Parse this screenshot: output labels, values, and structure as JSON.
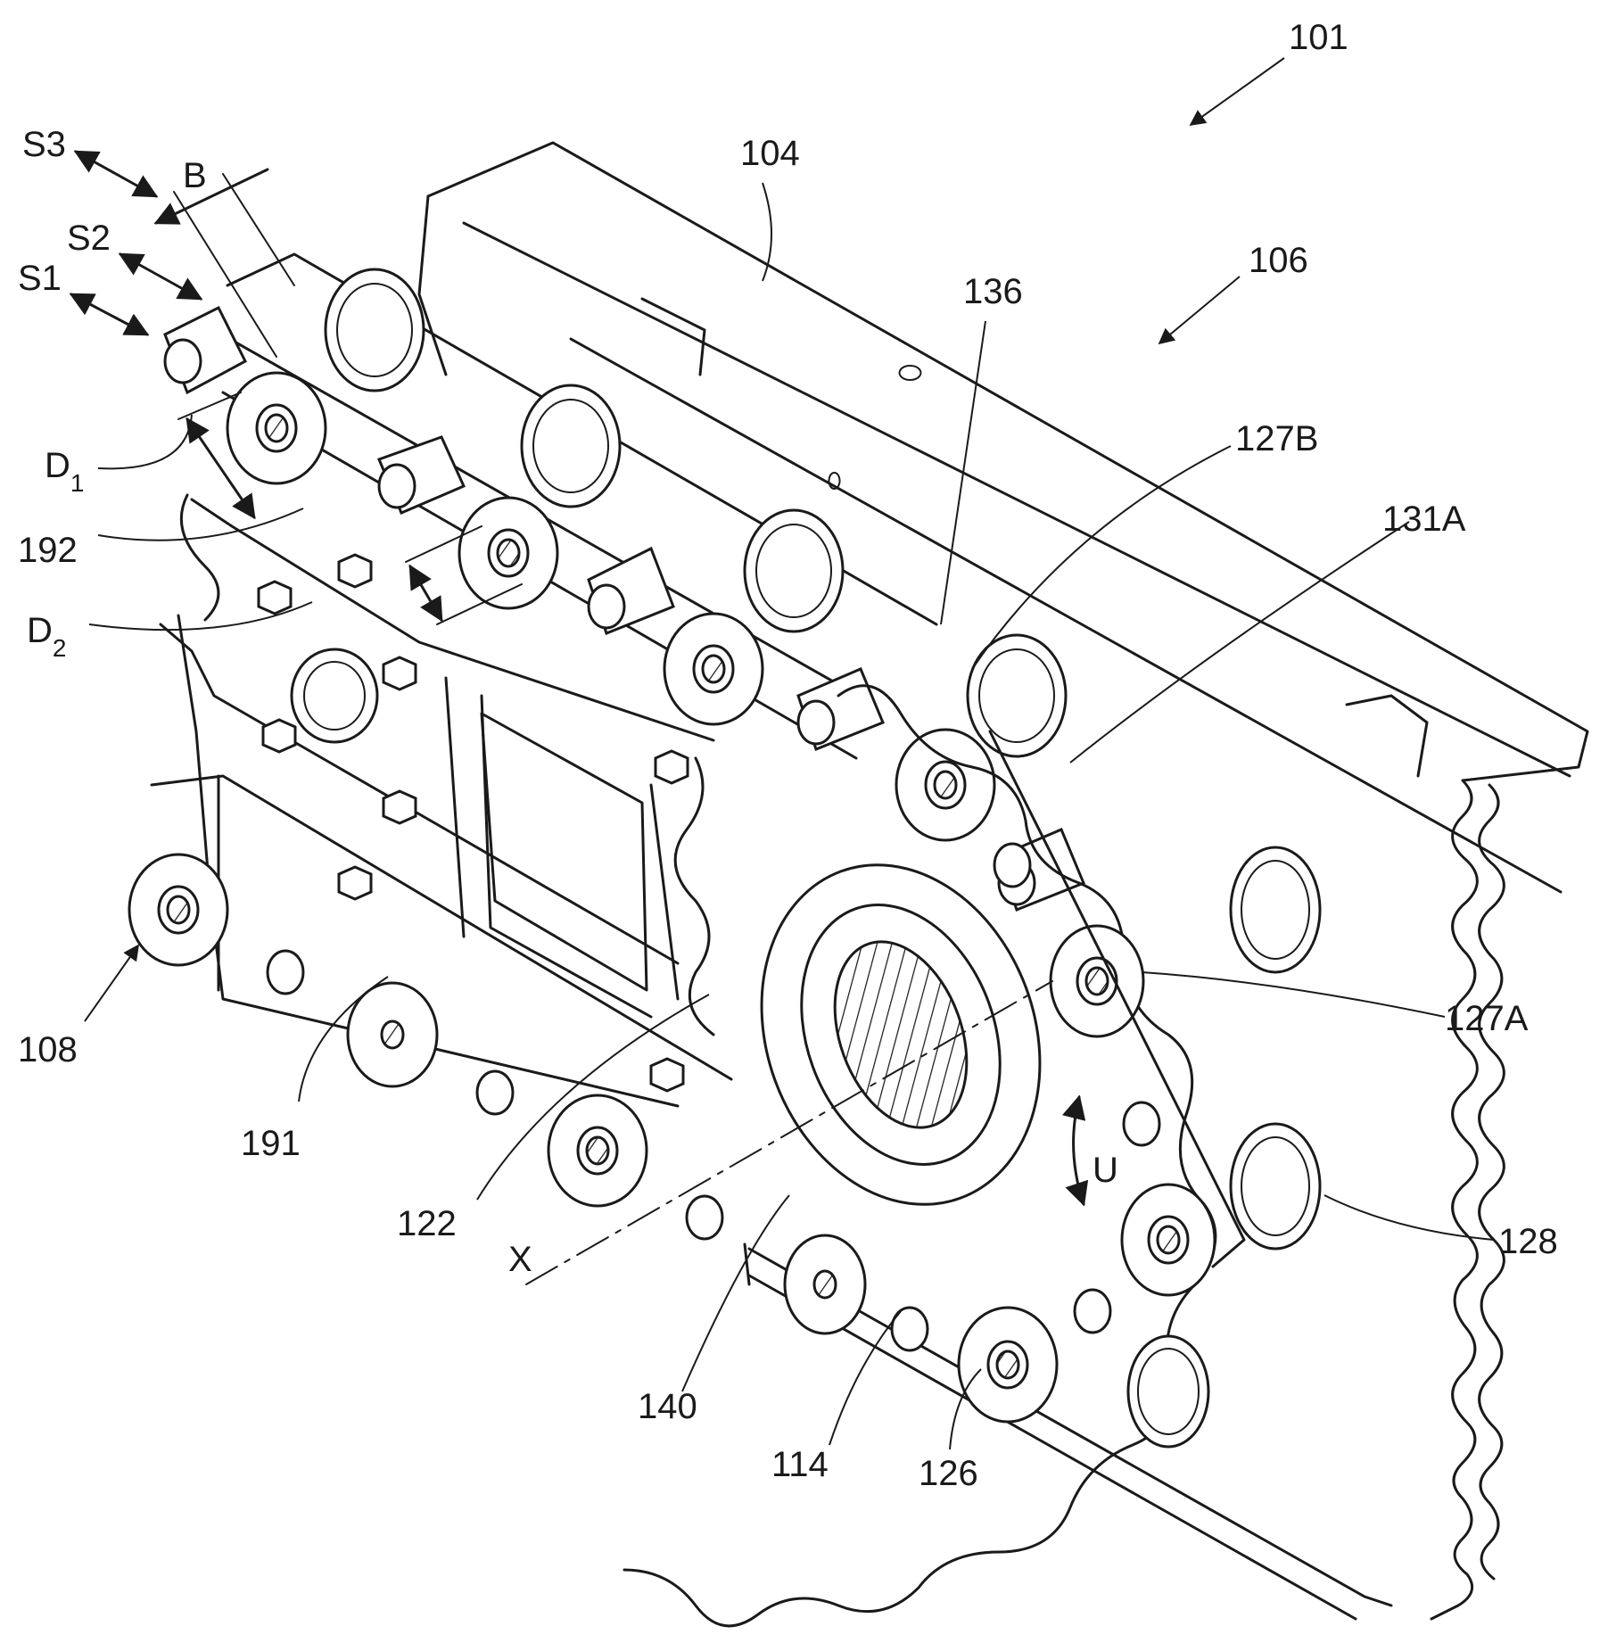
{
  "figure": {
    "labels": {
      "l101": "101",
      "l104": "104",
      "l106": "106",
      "l136": "136",
      "l127B": "127B",
      "l131A": "131A",
      "l127A": "127A",
      "l128": "128",
      "l126": "126",
      "l114": "114",
      "l140": "140",
      "l122": "122",
      "l191": "191",
      "l108": "108",
      "l192": "192",
      "lS3": "S3",
      "lS2": "S2",
      "lS1": "S1",
      "lB": "B",
      "lD1": "D",
      "lD1sub": "1",
      "lD2": "D",
      "lD2sub": "2",
      "lX": "X",
      "lU": "U"
    }
  }
}
